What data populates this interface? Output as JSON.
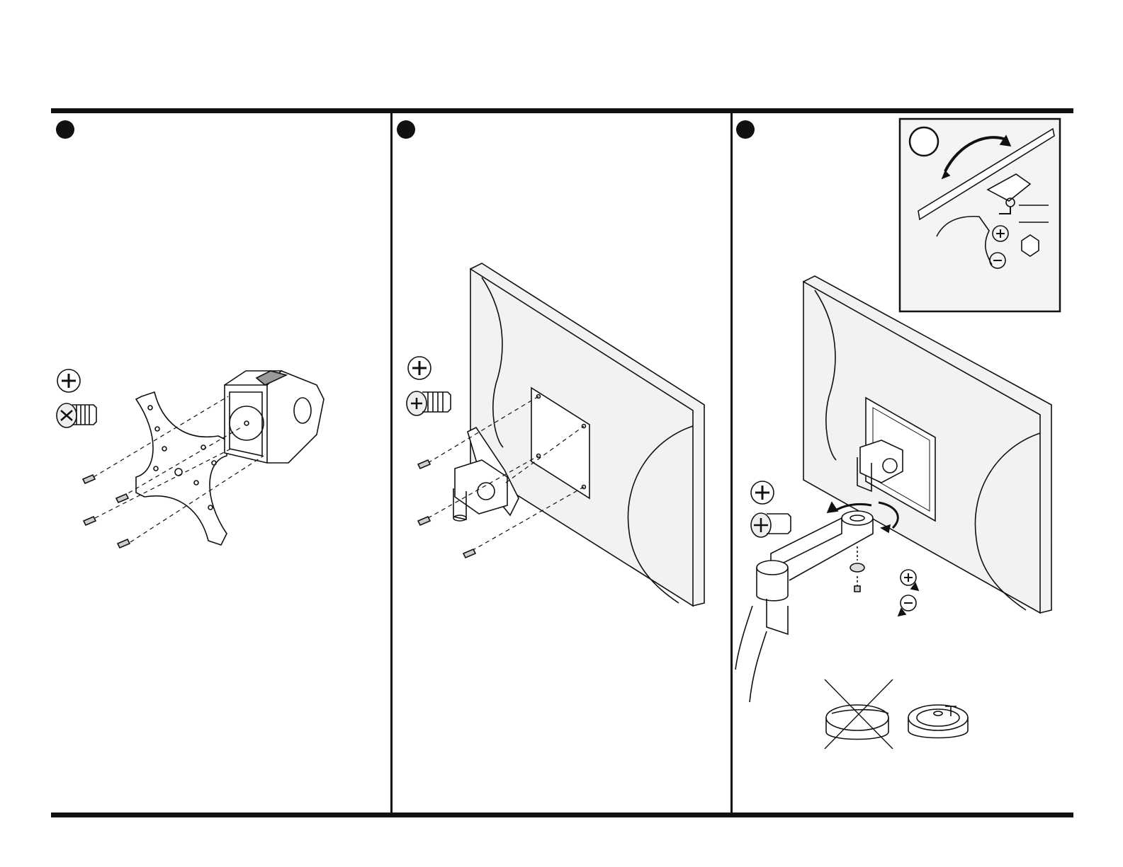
{
  "steps": [
    {
      "id": 1,
      "title": "",
      "tool": "phillips-screwdriver-icon"
    },
    {
      "id": 2,
      "title": "",
      "tool": "phillips-screwdriver-icon"
    },
    {
      "id": 3,
      "title": "",
      "tool": "phillips-screwdriver-icon",
      "inset_tool": "hex-key-icon"
    }
  ],
  "colors": {
    "ink": "#111111",
    "monitor_fill": "#f2f2f2",
    "inset_fill": "#f4f4f4"
  },
  "footer": {
    "code": ""
  }
}
